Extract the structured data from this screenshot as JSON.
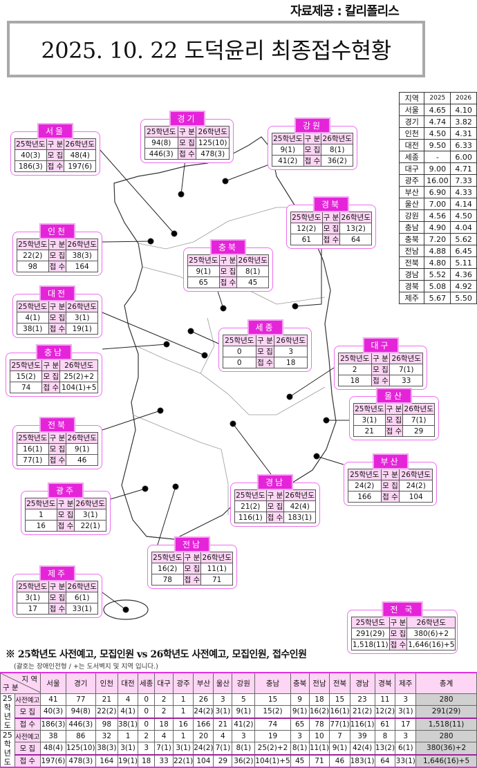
{
  "source": "자료제공 : 칼리폴리스",
  "title": "2025. 10. 22 도덕윤리 최종접수현황",
  "box_headers": {
    "y25": "25학년도",
    "cat": "구 분",
    "y26": "26학년도",
    "recruit": "모 집",
    "apply": "접 수"
  },
  "regions": [
    {
      "name": "서울",
      "r25": "40(3)",
      "r26": "48(4)",
      "a25": "186(3)",
      "a26": "197(6)"
    },
    {
      "name": "경기",
      "r25": "94(8)",
      "r26": "125(10)",
      "a25": "446(3)",
      "a26": "478(3)"
    },
    {
      "name": "강원",
      "r25": "9(1)",
      "r26": "8(1)",
      "a25": "41(2)",
      "a26": "36(2)"
    },
    {
      "name": "인천",
      "r25": "22(2)",
      "r26": "38(3)",
      "a25": "98",
      "a26": "164"
    },
    {
      "name": "경북",
      "r25": "12(2)",
      "r26": "13(2)",
      "a25": "61",
      "a26": "64"
    },
    {
      "name": "충북",
      "r25": "9(1)",
      "r26": "8(1)",
      "a25": "65",
      "a26": "45"
    },
    {
      "name": "대전",
      "r25": "4(1)",
      "r26": "3(1)",
      "a25": "38(1)",
      "a26": "19(1)"
    },
    {
      "name": "세종",
      "r25": "0",
      "r26": "3",
      "a25": "0",
      "a26": "18"
    },
    {
      "name": "충남",
      "r25": "15(2)",
      "r26": "25(2)+2",
      "a25": "74",
      "a26": "104(1)+5"
    },
    {
      "name": "대구",
      "r25": "2",
      "r26": "7(1)",
      "a25": "18",
      "a26": "33"
    },
    {
      "name": "울산",
      "r25": "3(1)",
      "r26": "7(1)",
      "a25": "21",
      "a26": "29"
    },
    {
      "name": "전북",
      "r25": "16(1)",
      "r26": "9(1)",
      "a25": "77(1)",
      "a26": "46"
    },
    {
      "name": "부산",
      "r25": "24(2)",
      "r26": "24(2)",
      "a25": "166",
      "a26": "104"
    },
    {
      "name": "광주",
      "r25": "1",
      "r26": "3(1)",
      "a25": "16",
      "a26": "22(1)"
    },
    {
      "name": "경남",
      "r25": "21(2)",
      "r26": "42(4)",
      "a25": "116(1)",
      "a26": "183(1)"
    },
    {
      "name": "전남",
      "r25": "16(2)",
      "r26": "11(1)",
      "a25": "78",
      "a26": "71"
    },
    {
      "name": "제주",
      "r25": "3(1)",
      "r26": "6(1)",
      "a25": "17",
      "a26": "33(1)"
    },
    {
      "name": "전 국",
      "r25": "291(29)",
      "r26": "380(6)+2",
      "a25": "1,518(11)",
      "a26": "1,646(16)+5"
    }
  ],
  "ratio_table": {
    "headers": [
      "지역",
      "2025",
      "2026"
    ],
    "rows": [
      [
        "서울",
        "4.65",
        "4.10"
      ],
      [
        "경기",
        "4.74",
        "3.82"
      ],
      [
        "인천",
        "4.50",
        "4.31"
      ],
      [
        "대전",
        "9.50",
        "6.33"
      ],
      [
        "세종",
        "-",
        "6.00"
      ],
      [
        "대구",
        "9.00",
        "4.71"
      ],
      [
        "광주",
        "16.00",
        "7.33"
      ],
      [
        "부산",
        "6.90",
        "4.33"
      ],
      [
        "울산",
        "7.00",
        "4.14"
      ],
      [
        "강원",
        "4.56",
        "4.50"
      ],
      [
        "충남",
        "4.90",
        "4.04"
      ],
      [
        "충북",
        "7.20",
        "5.62"
      ],
      [
        "전남",
        "4.88",
        "6.45"
      ],
      [
        "전북",
        "4.80",
        "5.11"
      ],
      [
        "경남",
        "5.52",
        "4.36"
      ],
      [
        "경북",
        "5.08",
        "4.92"
      ],
      [
        "제주",
        "5.67",
        "5.50"
      ]
    ]
  },
  "summary": {
    "heading": "※ 25학년도 사전예고, 모집인원 vs 26학년도 사전예고, 모집인원, 접수인원",
    "note": "(괄호는 장애인전형 / +는 도서벽지 및 지역 입니다.)",
    "corner_top": "지 역",
    "corner_bottom": "구 분",
    "columns": [
      "서울",
      "경기",
      "인천",
      "대전",
      "세종",
      "대구",
      "광주",
      "부산",
      "울산",
      "강원",
      "충남",
      "충북",
      "전남",
      "전북",
      "경남",
      "경북",
      "제주",
      "총계"
    ],
    "groups": [
      {
        "label": "25 학년 도",
        "rows": [
          {
            "label": "사전예고",
            "values": [
              "41",
              "77",
              "21",
              "4",
              "0",
              "2",
              "1",
              "26",
              "3",
              "5",
              "15",
              "9",
              "18",
              "15",
              "23",
              "11",
              "3",
              "280"
            ]
          },
          {
            "label": "모 집",
            "values": [
              "40(3)",
              "94(8)",
              "22(2)",
              "4(1)",
              "0",
              "2",
              "1",
              "24(2)",
              "3(1)",
              "9(1)",
              "15(2)",
              "9(1)",
              "16(2)",
              "16(1)",
              "21(2)",
              "12(2)",
              "3(1)",
              "291(29)"
            ]
          },
          {
            "label": "접 수",
            "values": [
              "186(3)",
              "446(3)",
              "98",
              "38(1)",
              "0",
              "18",
              "16",
              "166",
              "21",
              "41(2)",
              "74",
              "65",
              "78",
              "77(1)",
              "116(1)",
              "61",
              "17",
              "1,518(11)"
            ]
          }
        ]
      },
      {
        "label": "25 학년 도",
        "rows": [
          {
            "label": "사전예고",
            "values": [
              "38",
              "86",
              "32",
              "1",
              "2",
              "4",
              "1",
              "20",
              "4",
              "3",
              "19",
              "3",
              "10",
              "7",
              "39",
              "8",
              "3",
              "280"
            ]
          },
          {
            "label": "모 집",
            "values": [
              "48(4)",
              "125(10)",
              "38(3)",
              "3(1)",
              "3",
              "7(1)",
              "3(1)",
              "24(2)",
              "7(1)",
              "8(1)",
              "25(2)+2",
              "8(1)",
              "11(1)",
              "9(1)",
              "42(4)",
              "13(2)",
              "6(1)",
              "380(36)+2"
            ]
          },
          {
            "label": "접 수",
            "values": [
              "197(6)",
              "478(3)",
              "164",
              "19(1)",
              "18",
              "33",
              "22(1)",
              "104",
              "29",
              "36(2)",
              "104(1)+5",
              "45",
              "71",
              "46",
              "183(1)",
              "64",
              "33(1)",
              "1,646(16)+5"
            ]
          }
        ]
      }
    ]
  },
  "colors": {
    "accent": "#e524d9",
    "header_bg": "#fcd6f4",
    "border": "#ef6bef",
    "total_bg": "#d0d0d0"
  }
}
